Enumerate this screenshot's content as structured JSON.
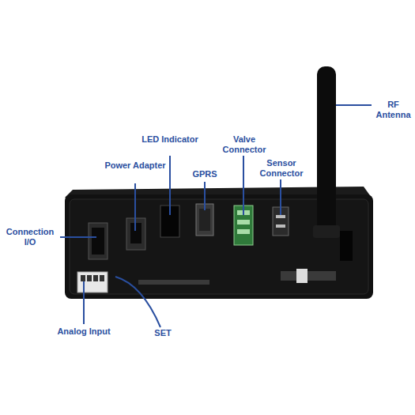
{
  "diagram": {
    "labels": [
      "RF Antenna",
      "Connection I/O",
      "Power Adapter",
      "LED Indicator",
      "GPRS",
      "Valve Connector",
      "Sensor Connector",
      "Analog Input",
      "SET"
    ]
  }
}
